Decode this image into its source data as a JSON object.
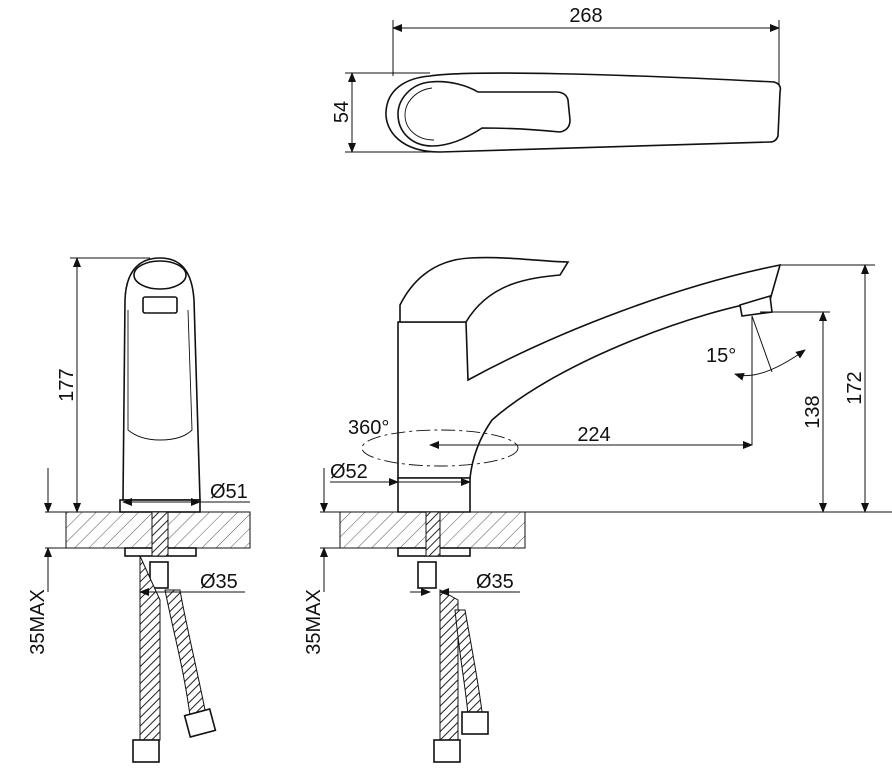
{
  "title": "Faucet dimension drawing",
  "colors": {
    "line": "#111111",
    "background": "#ffffff"
  },
  "top_view": {
    "length": "268",
    "width": "54"
  },
  "front_view": {
    "height": "177",
    "base_diameter": "Ø51",
    "hole_diameter": "Ø35",
    "max_thickness": "35MAX"
  },
  "side_view": {
    "rotation": "360°",
    "base_diameter": "Ø52",
    "reach": "224",
    "angle": "15°",
    "spout_height": "138",
    "total_height": "172",
    "hole_diameter": "Ø35",
    "max_thickness": "35MAX"
  }
}
